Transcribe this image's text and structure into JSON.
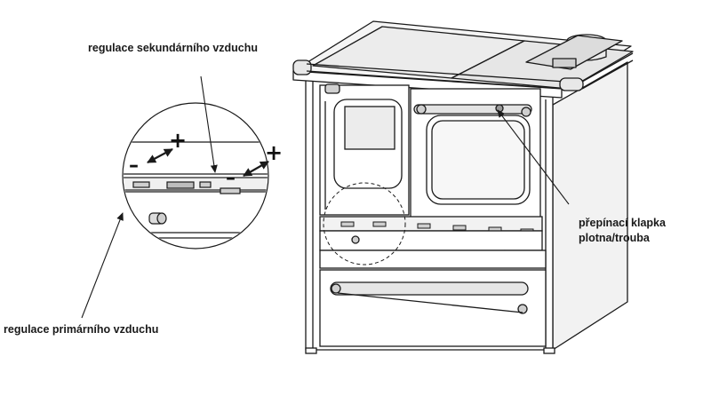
{
  "labels": {
    "secondary_air": "regulace sekundárního vzduchu",
    "primary_air": "regulace primárního vzduchu",
    "damper_line1": "přepínací klapka",
    "damper_line2": "plotna/trouba"
  },
  "symbols": {
    "plus": "+",
    "minus": "–"
  },
  "icons": {
    "stove": "cooking-stove-drawing",
    "detail_circle": "magnifier-detail-circle",
    "arrows": "leader-arrow"
  },
  "colors": {
    "line": "#1a1a1a",
    "fill_light": "#ececec",
    "fill_mid": "#d2d2d2",
    "background": "#ffffff"
  }
}
